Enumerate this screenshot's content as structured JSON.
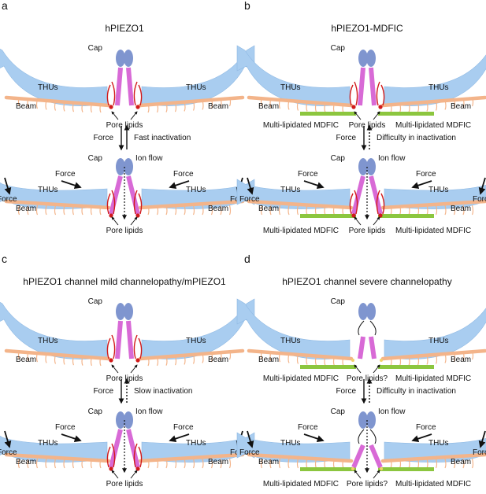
{
  "panels": [
    {
      "letter": "a",
      "title": "hPIEZO1",
      "top": {
        "cap": "Cap",
        "thu_left": "THUs",
        "thu_right": "THUs",
        "beam_left": "Beam",
        "beam_right": "Beam",
        "pore": "Pore lipids",
        "mdfic_left": "",
        "mdfic_right": ""
      },
      "transition": {
        "force": "Force",
        "right": "Fast inactivation",
        "ion_flow": "Ion flow"
      },
      "bottom": {
        "cap": "Cap",
        "force_tl": "Force",
        "force_tr": "Force",
        "force_ol": "Force",
        "force_or": "Force",
        "thu_left": "THUs",
        "thu_right": "THUs",
        "beam_left": "Beam",
        "beam_right": "Beam",
        "pore": "Pore lipids",
        "mdfic_left": "",
        "mdfic_right": ""
      }
    },
    {
      "letter": "b",
      "title": "hPIEZO1-MDFIC",
      "top": {
        "cap": "Cap",
        "thu_left": "THUs",
        "thu_right": "THUs",
        "beam_left": "Beam",
        "beam_right": "Beam",
        "pore": "Pore lipids",
        "mdfic_left": "Multi-lipidated MDFIC",
        "mdfic_right": "Multi-lipidated MDFIC"
      },
      "transition": {
        "force": "Force",
        "right": "Difficulty in inactivation",
        "ion_flow": "Ion flow"
      },
      "bottom": {
        "cap": "Cap",
        "force_tl": "Force",
        "force_tr": "Force",
        "force_ol": "Force",
        "force_or": "Force",
        "thu_left": "THUs",
        "thu_right": "THUs",
        "beam_left": "Beam",
        "beam_right": "Beam",
        "pore": "Pore lipids",
        "mdfic_left": "Multi-lipidated MDFIC",
        "mdfic_right": "Multi-lipidated MDFIC"
      }
    },
    {
      "letter": "c",
      "title": "hPIEZO1 channel mild channelopathy/mPIEZO1",
      "top": {
        "cap": "Cap",
        "thu_left": "THUs",
        "thu_right": "THUs",
        "beam_left": "Beam",
        "beam_right": "Beam",
        "pore": "Pore lipids",
        "mdfic_left": "",
        "mdfic_right": ""
      },
      "transition": {
        "force": "Force",
        "right": "Slow inactivation",
        "ion_flow": "Ion flow"
      },
      "bottom": {
        "cap": "Cap",
        "force_tl": "Force",
        "force_tr": "Force",
        "force_ol": "Force",
        "force_or": "Force",
        "thu_left": "THUs",
        "thu_right": "THUs",
        "beam_left": "Beam",
        "beam_right": "Beam",
        "pore": "Pore lipids",
        "mdfic_left": "",
        "mdfic_right": ""
      }
    },
    {
      "letter": "d",
      "title": "hPIEZO1 channel severe channelopathy",
      "top": {
        "cap": "Cap",
        "thu_left": "THUs",
        "thu_right": "THUs",
        "beam_left": "Beam",
        "beam_right": "Beam",
        "pore": "Pore lipids?",
        "mdfic_left": "Multi-lipidated MDFIC",
        "mdfic_right": "Multi-lipidated MDFIC"
      },
      "transition": {
        "force": "Force",
        "right": "Difficulty in inactivation",
        "ion_flow": "Ion flow"
      },
      "bottom": {
        "cap": "Cap",
        "force_tl": "Force",
        "force_tr": "Force",
        "force_ol": "Force",
        "force_or": "Force",
        "thu_left": "THUs",
        "thu_right": "THUs",
        "beam_left": "Beam",
        "beam_right": "Beam",
        "pore": "Pore lipids?",
        "mdfic_left": "Multi-lipidated MDFIC",
        "mdfic_right": "Multi-lipidated MDFIC"
      }
    }
  ],
  "colors": {
    "blade": "#a9cdf0",
    "beam": "#f3b48a",
    "cap": "#7f95cf",
    "pore_helix": "#d86ad6",
    "lipid": "#d11a1a",
    "mdfic": "#8cc63f",
    "arrow": "#111111"
  }
}
